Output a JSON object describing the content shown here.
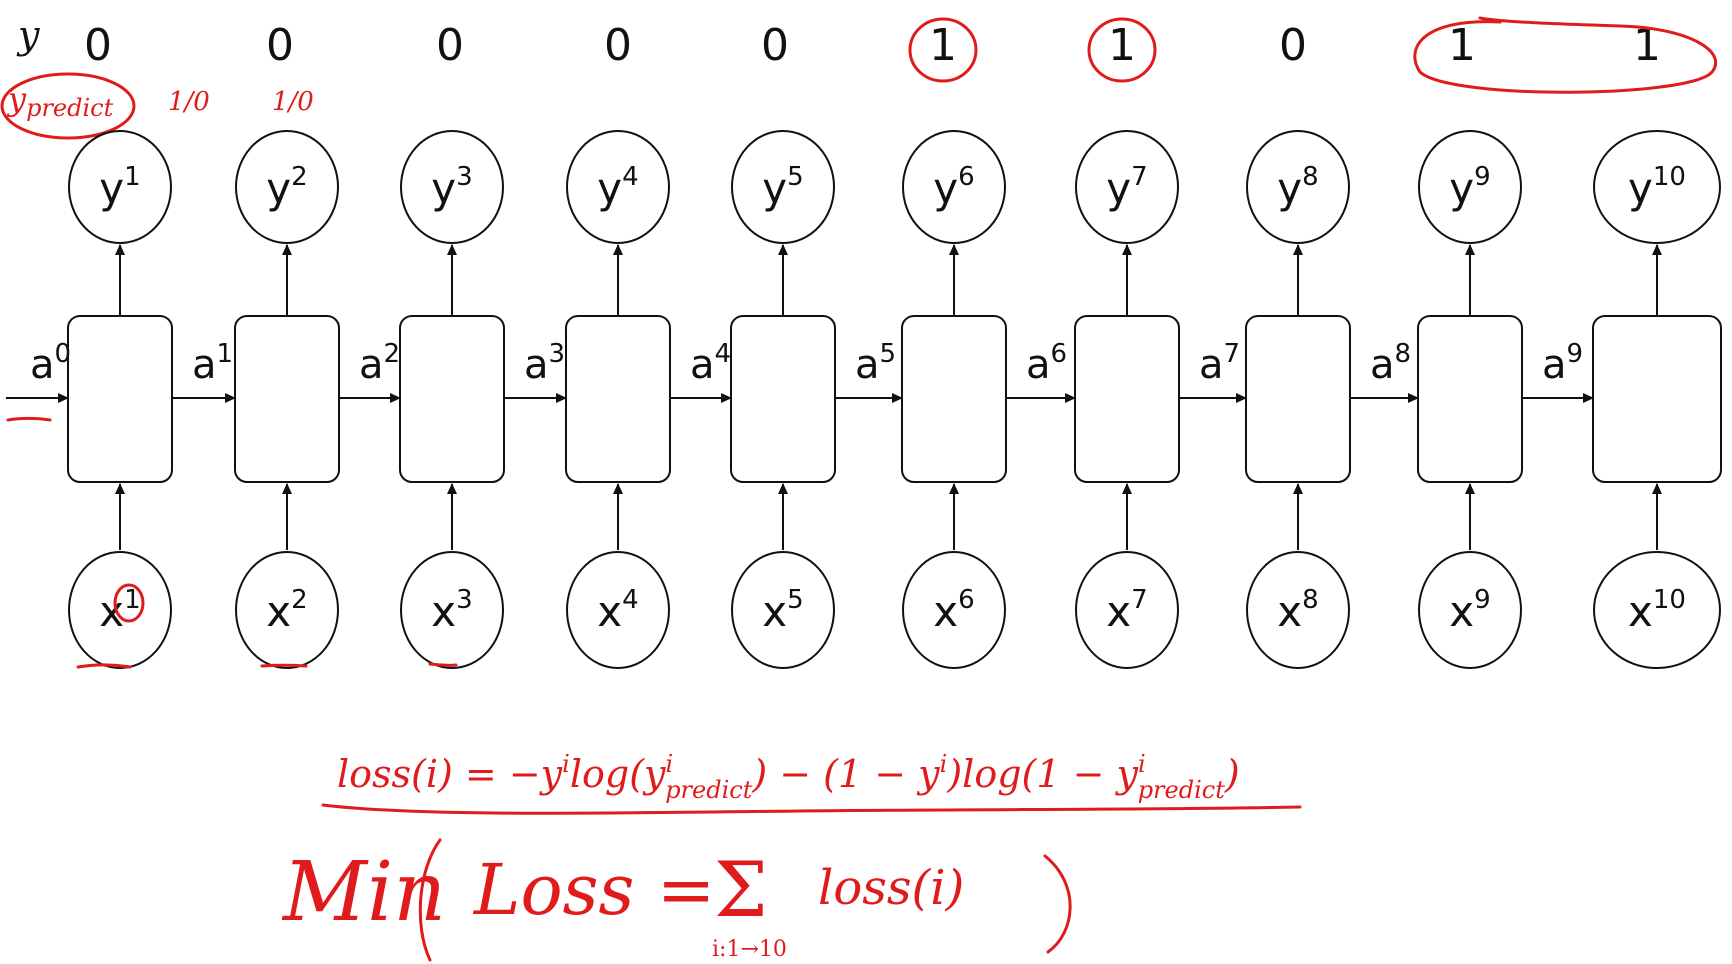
{
  "y_row": {
    "label": "y",
    "values": [
      "0",
      "0",
      "0",
      "0",
      "0",
      "1",
      "1",
      "0",
      "1",
      "1"
    ]
  },
  "y_predict_label": "y",
  "y_predict_subscript": "predict",
  "annotations": {
    "note_1": "1/0",
    "note_2": "1/0"
  },
  "steps": [
    {
      "output_base": "y",
      "output_sup": "1",
      "input_base": "x",
      "input_sup": "1",
      "state_base": "a",
      "state_sup": "0"
    },
    {
      "output_base": "y",
      "output_sup": "2",
      "input_base": "x",
      "input_sup": "2",
      "state_base": "a",
      "state_sup": "1"
    },
    {
      "output_base": "y",
      "output_sup": "3",
      "input_base": "x",
      "input_sup": "3",
      "state_base": "a",
      "state_sup": "2"
    },
    {
      "output_base": "y",
      "output_sup": "4",
      "input_base": "x",
      "input_sup": "4",
      "state_base": "a",
      "state_sup": "3"
    },
    {
      "output_base": "y",
      "output_sup": "5",
      "input_base": "x",
      "input_sup": "5",
      "state_base": "a",
      "state_sup": "4"
    },
    {
      "output_base": "y",
      "output_sup": "6",
      "input_base": "x",
      "input_sup": "6",
      "state_base": "a",
      "state_sup": "5"
    },
    {
      "output_base": "y",
      "output_sup": "7",
      "input_base": "x",
      "input_sup": "7",
      "state_base": "a",
      "state_sup": "6"
    },
    {
      "output_base": "y",
      "output_sup": "8",
      "input_base": "x",
      "input_sup": "8",
      "state_base": "a",
      "state_sup": "7"
    },
    {
      "output_base": "y",
      "output_sup": "9",
      "input_base": "x",
      "input_sup": "9",
      "state_base": "a",
      "state_sup": "8"
    },
    {
      "output_base": "y",
      "output_sup": "10",
      "input_base": "x",
      "input_sup": "10",
      "state_base": "a",
      "state_sup": "9"
    }
  ],
  "formula": {
    "loss_i": "loss(i) = −y",
    "sup_i": "i",
    "log_open": "log(y",
    "predict": "predict",
    "middle": ") − (1 − y",
    "middle_close": ")log(1 − y",
    "close": ")"
  },
  "handwritten_formula": {
    "min": "Min",
    "loss": "Loss =",
    "sigma": "Σ",
    "term": "loss(i)",
    "range": "i:1→10"
  },
  "colors": {
    "ink": "#e01b1b",
    "line": "#111111"
  }
}
